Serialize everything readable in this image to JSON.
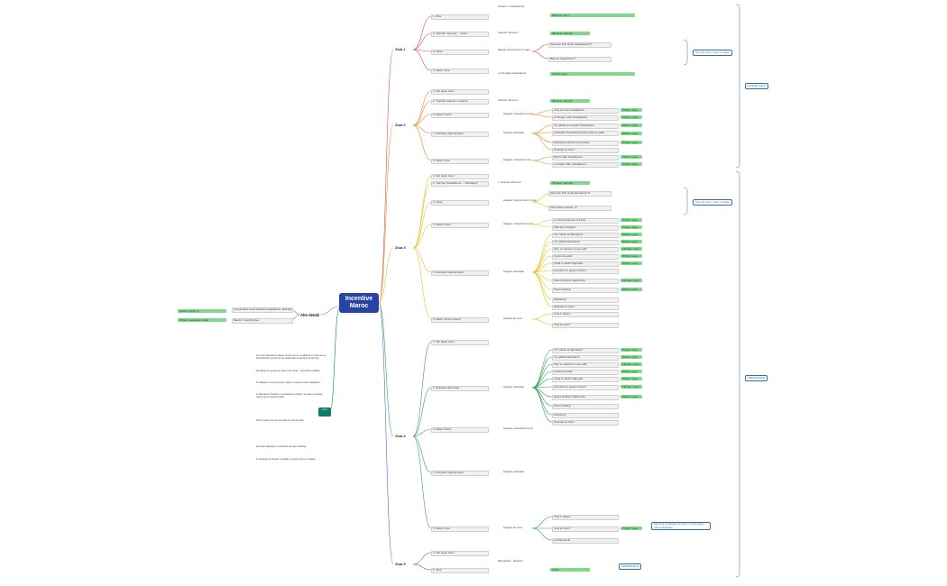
{
  "main_title": "Incentive Maroc",
  "alte_detalii": {
    "label": "Alte detalii",
    "items": [
      "Coordonator local activitati Casablanca, Marrakech",
      "Bacsis / travelling fee"
    ],
    "prices": [
      "90 Eur / grup / zi",
      "45 Eur / persoana / total"
    ]
  },
  "info_label": "Info",
  "notes": [
    "Am vrut inserarea in desert pentru ca nu e credibil sa nu vrea sa se deschida din punctul lor de vedere dar se apropie de ore fixe.",
    "Ne bazam pe grupul pe care il vom duce - impresiile rezultate.",
    "Te sfatuiesc sa iei formula cu jeep si camion pentru deplasare.",
    "In Marrakech hotelul e in apropierea medinei, iar seara se poate merge pe jos pana la piata.",
    "Ziua 5 poate fi si cina de Gala ori cina de adio.",
    "Se poate adauga si o activitate de team building.",
    "In varianta cu transfer in Agafay se poate dormi in tabara."
  ],
  "zile": [
    {
      "label": "Ziua 1",
      "items": [
        "1. Zbor",
        "2. Transfer aeroport → hotel",
        "3. Hotel",
        "4. Masa: Cina"
      ],
      "details": [
        "Otopeni - Casablanca",
        "Autocar 49 locuri",
        "Maguri hotel pentru 2 nopti",
        "La Pergola Casablanca"
      ],
      "hotels": [
        "Sheraton Ritz Hotel Casablanca 5*",
        "Barcelo Casa Anfa 4*"
      ],
      "prices": [
        "680 Eur / pers",
        "490 Eur / autocar",
        "75 Eur / pers"
      ]
    },
    {
      "label": "Ziua 2",
      "items": [
        "1. Mic dejun hotel",
        "2. Transfer autocar + masina",
        "3. Masa: Pranz",
        "4. Activitate dupa-amiaza",
        "5. Masa: Cina"
      ],
      "details": [
        "Autocar 49 locuri",
        "Alegere restaurant pranz",
        "Alegere activitate",
        "Alegere restaurant cina"
      ],
      "options": [
        "Cina la Hotel Casablanca",
        "Le Rouge Cafe Casablanca",
        "Tur ghidat al orasului Casablanca",
        "Activitate interactiva bazata cursa de gatit",
        "Workshop pictura si ceramica",
        "Relaxare la hotel",
        "Rick's Cafe Casablanca",
        "La Sqala Cafe Casablanca"
      ],
      "prices": [
        "490 Eur / autocar",
        "55 Eur / pers",
        "75 Eur / pers",
        "35 Eur / pers",
        "55 Eur / pers",
        "60 Eur / pers",
        "75 Eur / pers",
        "70 Eur / pers"
      ]
    },
    {
      "label": "Ziua 3",
      "items": [
        "1. Mic dejun hotel",
        "2. Transfer Casablanca → Marrakech",
        "3. Hotel",
        "4. Masa: Pranz",
        "5. Activitate dupa-amiaza",
        "6. Masa: Cina in desert"
      ],
      "details": [
        "1. Autocar 49 locuri",
        "Alegere hotel pentru 3 nopti",
        "Alegere restaurant pranz",
        "Alegere activitate",
        "Alegere tip cina"
      ],
      "hotels": [
        "Sheraton Ritz Hotel Marrakech 5*",
        "Kenzi Rose Garden 4*"
      ],
      "options": [
        "Le Grand Cafe de la Poste",
        "Villa des Orangers",
        "Tur culinar al Marrakech",
        "Tur ghidat Marrakech",
        "Zbor cu balonul cu aer cald",
        "Cursuri de gatit",
        "Vizita in Jardin Majorelle",
        "Aventura cu quad in desert",
        "Seara artistica traditionala",
        "Team building",
        "Workshop",
        "Relaxare la hotel",
        "Cina in desert",
        "Cina la resort"
      ],
      "prices": [
        "750 Eur / autocar",
        "60 Eur / pers",
        "70 Eur / pers",
        "55 Eur / pers",
        "85 Eur / pers",
        "195 Eur / pers",
        "85 Eur / pers",
        "45 Eur / pers",
        "125 Eur / pers",
        "95 Eur / pers"
      ]
    },
    {
      "label": "Ziua 4",
      "items": [
        "1. Mic dejun hotel",
        "2. Activitate dimineata",
        "3. Masa: Pranz",
        "4. Activitate dupa-amiaza",
        "5. Masa: Cina"
      ],
      "details": [
        "Alegere activitate",
        "Alegere restaurant pranz",
        "Alegere activitate",
        "Alegere tip cina"
      ],
      "options": [
        "Tur culinar al Marrakech",
        "Tur ghidat Marrakech",
        "Zbor cu balonul cu aer cald",
        "Cursuri de gatit",
        "Vizita in Jardin Majorelle",
        "Aventura cu quad in desert",
        "Seara artistica traditionala",
        "Team building",
        "Workshop",
        "Relaxare la hotel",
        "Cina in desert",
        "Cina la resort",
        "La Mamounia"
      ],
      "prices": [
        "60 Eur / pers",
        "55 Eur / pers",
        "195 Eur / pers",
        "85 Eur / pers",
        "45 Eur / pers",
        "125 Eur / pers",
        "95 Eur / pers",
        "75 Eur / pers"
      ]
    },
    {
      "label": "Ziua 5",
      "items": [
        "1. Mic dejun hotel",
        "2. Zbor"
      ],
      "details": [
        "Marrakech - Otopeni"
      ],
      "prices": [
        "Inclus"
      ]
    }
  ],
  "side_labels": {
    "casablanca": "CASABLANCA",
    "marrakech": "MARRAKECH",
    "city_tax_1": "City tax 3 eur / pers / noapte",
    "city_tax_2": "City tax 3 eur / pers / noapte",
    "marrakech2": "MARRAKECH",
    "cina_note": "Mai sunt si pachete de cina in restaurante mai exclusiviste"
  },
  "colors": {
    "root": "#2743a6",
    "green": "#7ed98c",
    "z1": "#e24a4a",
    "z2": "#e38a2c",
    "z3": "#e3c52c",
    "z4": "#3a9d5d",
    "z5": "#4a6fd1",
    "teal": "#0e7d6c"
  }
}
